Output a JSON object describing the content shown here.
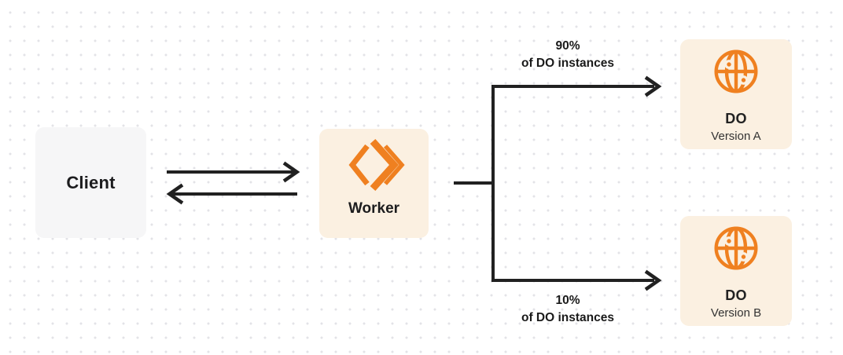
{
  "nodes": {
    "client": {
      "label": "Client"
    },
    "worker": {
      "label": "Worker",
      "icon": "workers-icon"
    },
    "do_version_a": {
      "title": "DO",
      "subtitle": "Version A",
      "icon": "globe-icon"
    },
    "do_version_b": {
      "title": "DO",
      "subtitle": "Version B",
      "icon": "globe-icon"
    }
  },
  "edges": {
    "client_to_worker": {
      "type": "arrow-right"
    },
    "worker_to_client": {
      "type": "arrow-left"
    },
    "branch_to_version_a": {
      "label_line1": "90%",
      "label_line2": "of DO instances"
    },
    "branch_to_version_b": {
      "label_line1": "10%",
      "label_line2": "of DO instances"
    }
  },
  "colors": {
    "accent_orange": "#EF8020",
    "node_cream_bg": "#FBF0E1",
    "node_gray_bg": "#F6F6F7",
    "connector_dark": "#212121",
    "text_dark": "#1C1C1E",
    "text_secondary": "#333333",
    "dot_grid": "#E3E3E7",
    "canvas_bg": "#FFFFFF"
  }
}
